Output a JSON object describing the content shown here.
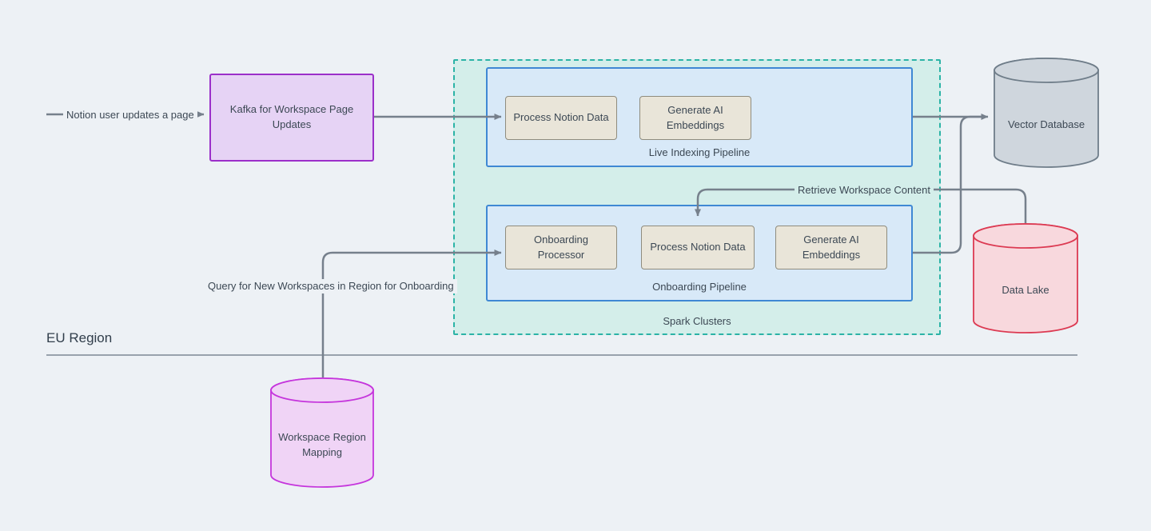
{
  "page": {
    "background": "#edf1f5",
    "text_color": "#3c4854",
    "arrow_color": "#76808c"
  },
  "region": {
    "label": "EU Region"
  },
  "edges": {
    "user_update_label": "Notion user updates a page",
    "retrieve_label": "Retrieve Workspace Content",
    "query_label": "Query for New Workspaces in Region for Onboarding"
  },
  "nodes": {
    "kafka": {
      "label": "Kafka for Workspace Page Updates",
      "fill": "#e6d3f5",
      "border": "#9b2fc9"
    },
    "spark_clusters": {
      "label": "Spark Clusters",
      "fill": "#d4eeea",
      "border": "#2bb3a6"
    },
    "live_pipeline": {
      "label": "Live Indexing Pipeline",
      "fill": "#d8e9f8",
      "border": "#3f88d4",
      "boxes": [
        "Process Notion Data",
        "Generate AI Embeddings"
      ]
    },
    "onboarding_pipeline": {
      "label": "Onboarding Pipeline",
      "fill": "#d8e9f8",
      "border": "#3f88d4",
      "boxes": [
        "Onboarding Processor",
        "Process Notion Data",
        "Generate AI Embeddings"
      ]
    },
    "vector_database": {
      "label": "Vector Database",
      "fill": "#cfd6dd",
      "border": "#6f7d89"
    },
    "data_lake": {
      "label": "Data Lake",
      "fill": "#f8d8dd",
      "border": "#dc3a52"
    },
    "workspace_region_mapping": {
      "label": "Workspace Region Mapping",
      "fill": "#f0d4f6",
      "border": "#c535dc"
    }
  },
  "task_box": {
    "fill": "#e9e5d9",
    "border": "#8f8c7e"
  }
}
